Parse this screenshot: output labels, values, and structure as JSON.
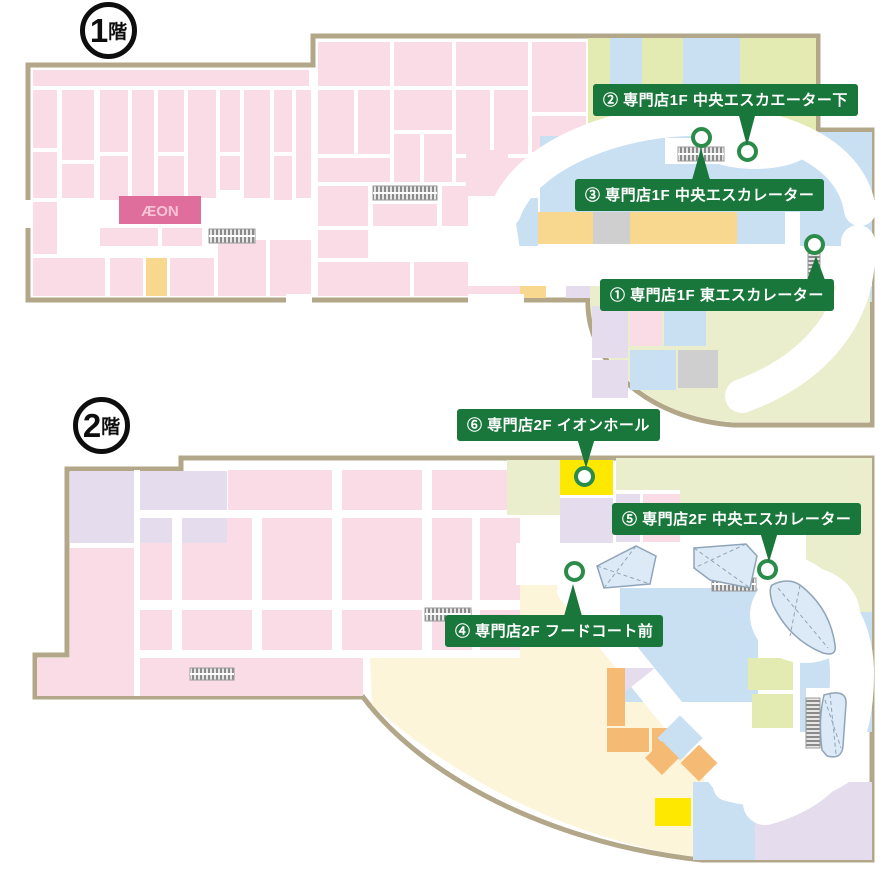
{
  "page": {
    "background": "#ffffff"
  },
  "floors": [
    {
      "badge_num": "1",
      "badge_suffix": "階",
      "store_logo": "ÆON",
      "markers": [
        {
          "label": "① 専門店1F 東エスカレーター"
        },
        {
          "label": "② 専門店1F 中央エスカエーター下"
        },
        {
          "label": "③ 専門店1F 中央エスカレーター"
        }
      ]
    },
    {
      "badge_num": "2",
      "badge_suffix": "階",
      "markers": [
        {
          "label": "④ 専門店2F フードコート前"
        },
        {
          "label": "⑤ 専門店2F 中央エスカレーター"
        },
        {
          "label": "⑥ 専門店2F イオンホール"
        }
      ]
    }
  ],
  "colors": {
    "label_bg": "#1a773c",
    "marker_ring": "#2b8c49",
    "wall": "#b3a78a",
    "aeon_logo_bg": "#e06e9c",
    "store_pink": "#fadce6",
    "tenant_blue": "#c9dff2",
    "tenant_green": "#e3ebb2",
    "tenant_pale_green": "#ebeecd",
    "tenant_yellow": "#f8d88e",
    "tenant_orange": "#f5bb74",
    "tenant_lavender": "#e5dcee",
    "tenant_gray": "#cfcfcf",
    "food_court_cream": "#fdf5da",
    "highlight_yellow": "#ffe800"
  }
}
